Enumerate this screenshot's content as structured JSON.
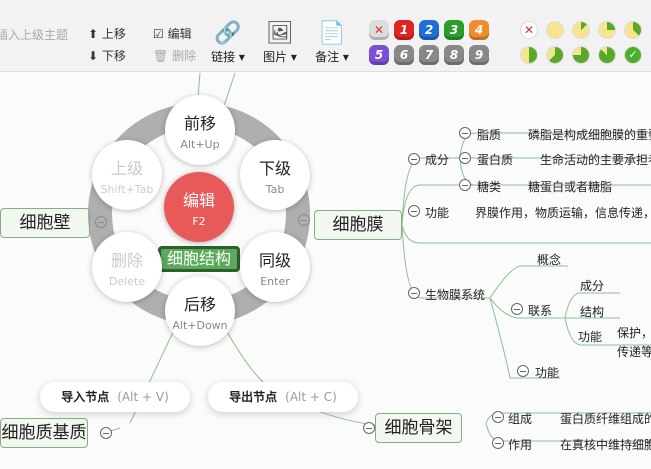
{
  "toolbar": {
    "insert_parent": "插入上级主题",
    "move_up": "上移",
    "move_down": "下移",
    "edit": "编辑",
    "delete": "删除",
    "link": "链接 ▾",
    "image": "图片 ▾",
    "note": "备注 ▾",
    "priorities": [
      {
        "label": "✕",
        "color": "#dddddd"
      },
      {
        "label": "1",
        "color": "#e02424"
      },
      {
        "label": "2",
        "color": "#1f6fd6"
      },
      {
        "label": "3",
        "color": "#2a9d2a"
      },
      {
        "label": "4",
        "color": "#f08c2a"
      },
      {
        "label": "5",
        "color": "#7b4fd6"
      },
      {
        "label": "6",
        "color": "#888888"
      },
      {
        "label": "7",
        "color": "#888888"
      },
      {
        "label": "8",
        "color": "#888888"
      },
      {
        "label": "9",
        "color": "#888888"
      }
    ],
    "progress": [
      null,
      0,
      0.125,
      0.25,
      0.375,
      0.5,
      0.625,
      0.75,
      0.875,
      1
    ]
  },
  "ring_menu": {
    "forward": {
      "label": "前移",
      "key": "Alt+Up"
    },
    "child": {
      "label": "下级",
      "key": "Tab"
    },
    "sibling": {
      "label": "同级",
      "key": "Enter"
    },
    "backward": {
      "label": "后移",
      "key": "Alt+Down"
    },
    "delete": {
      "label": "删除",
      "key": "Delete"
    },
    "parent": {
      "label": "上级",
      "key": "Shift+Tab"
    },
    "edit": {
      "label": "编辑",
      "key": "F2"
    }
  },
  "selected_node": "细胞结构",
  "nodes": {
    "wall": "细胞壁",
    "membrane": "细胞膜",
    "matrix": "细胞质基质",
    "skeleton": "细胞骨架"
  },
  "membrane_tree": {
    "composition": "成分",
    "lipid": "脂质",
    "lipid_desc": "磷脂是构成细胞膜的重要",
    "protein": "蛋白质",
    "protein_desc": "生命活动的主要承担者",
    "sugar": "糖类",
    "sugar_desc": "糖蛋白或者糖脂",
    "function": "功能",
    "function_desc": "界膜作用，物质运输，信息传递，",
    "system": "生物膜系统",
    "concept": "概念",
    "relation": "联系",
    "rel_comp": "成分",
    "rel_struct": "结构",
    "rel_func": "功能",
    "rel_func_desc1": "保护，",
    "rel_func_desc2": "传递等",
    "sys_func": "功能"
  },
  "skeleton_tree": {
    "comp": "组成",
    "comp_desc": "蛋白质纤维组成的",
    "role": "作用",
    "role_desc": "在真核中维持细胞"
  },
  "pills": {
    "import": {
      "label": "导入节点",
      "key": "(Alt + V)"
    },
    "export": {
      "label": "导出节点",
      "key": "(Alt + C)"
    }
  }
}
